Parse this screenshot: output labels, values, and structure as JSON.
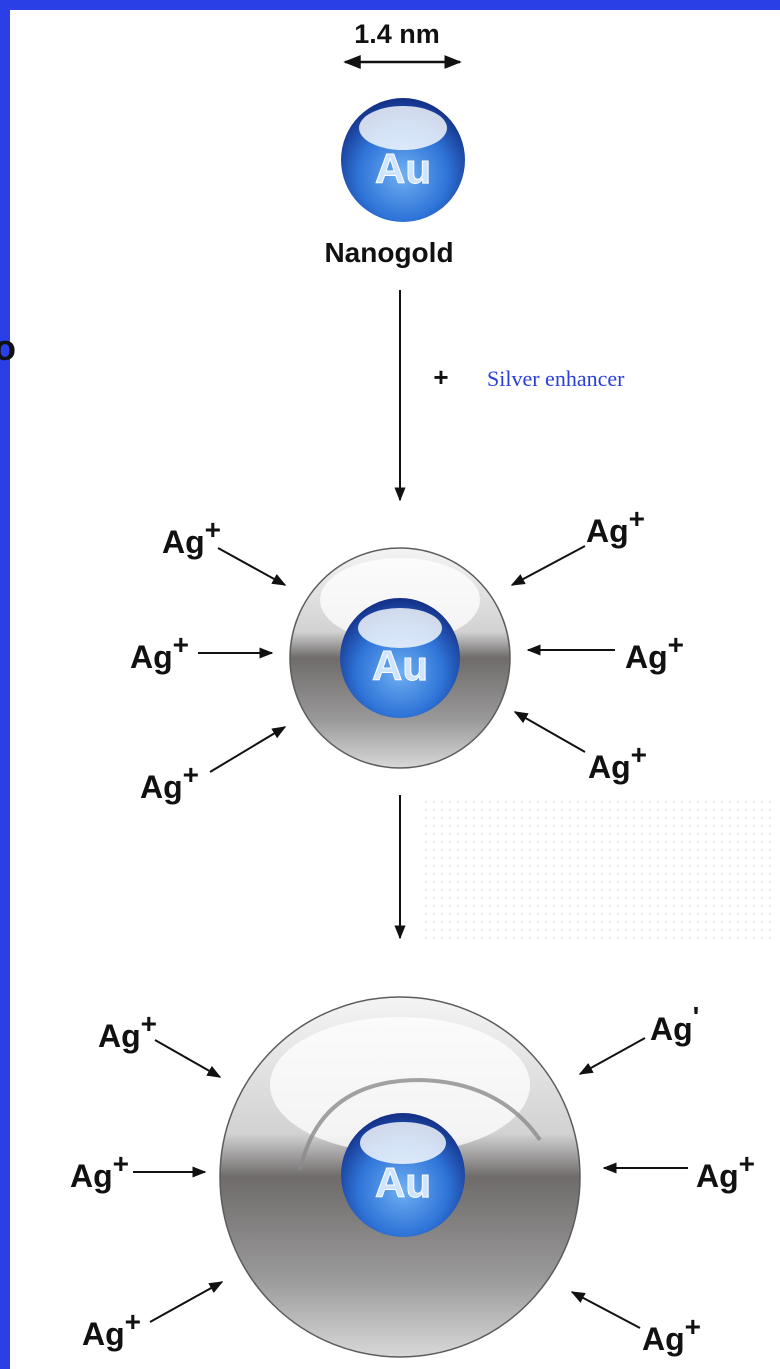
{
  "diagram": {
    "size_label": "1.4 nm",
    "particle_title": "Nanogold",
    "reagent": {
      "plus": "+",
      "text": "Silver enhancer"
    },
    "core_symbol": "Au",
    "ion_base": "Ag",
    "ion_charge": "+",
    "ion_charge_faded": "'",
    "edge_fragment": "o",
    "colors": {
      "frame": "#2a3fe6",
      "gold_core": "#2f74d8",
      "silver_shell": "#8a8a8a",
      "reagent_text": "#2a3fd8"
    }
  }
}
